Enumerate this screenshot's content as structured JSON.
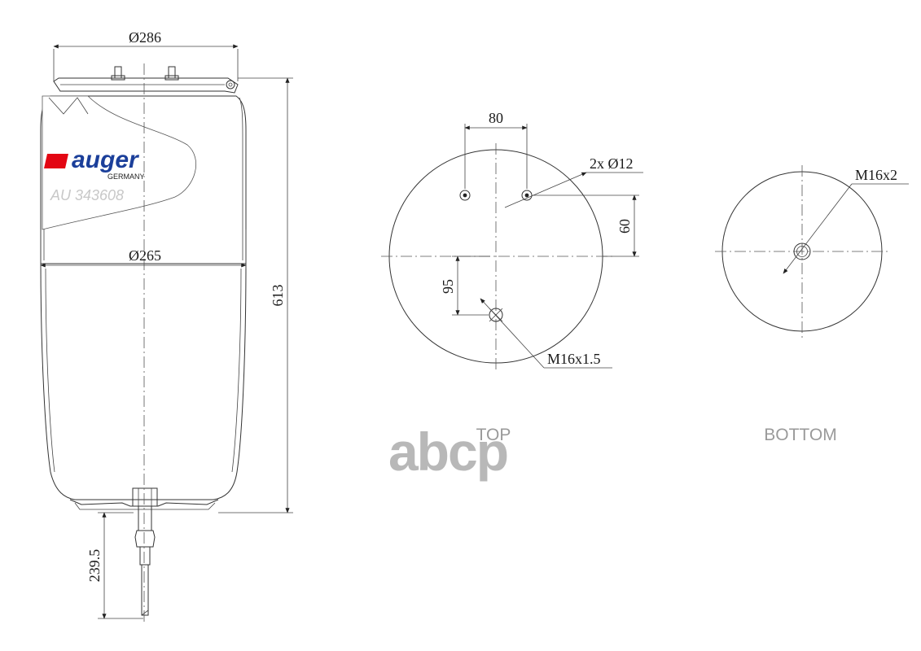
{
  "brand": {
    "name": "auger",
    "sub": "GERMANY",
    "part_no": "AU 343608",
    "accent": "#e30613",
    "primary": "#1b3f9a"
  },
  "side_view": {
    "dia_top": "Ø286",
    "dia_mid": "Ø265",
    "height": "613",
    "stem": "239.5"
  },
  "top_view": {
    "caption": "TOP",
    "spacing": "80",
    "holes": "2x Ø12",
    "offset_v": "60",
    "offset_c": "95",
    "thread": "M16x1.5"
  },
  "bottom_view": {
    "caption": "BOTTOM",
    "thread": "M16x2"
  },
  "watermark": {
    "text": "abcp",
    "color": "#b8b8b8"
  }
}
